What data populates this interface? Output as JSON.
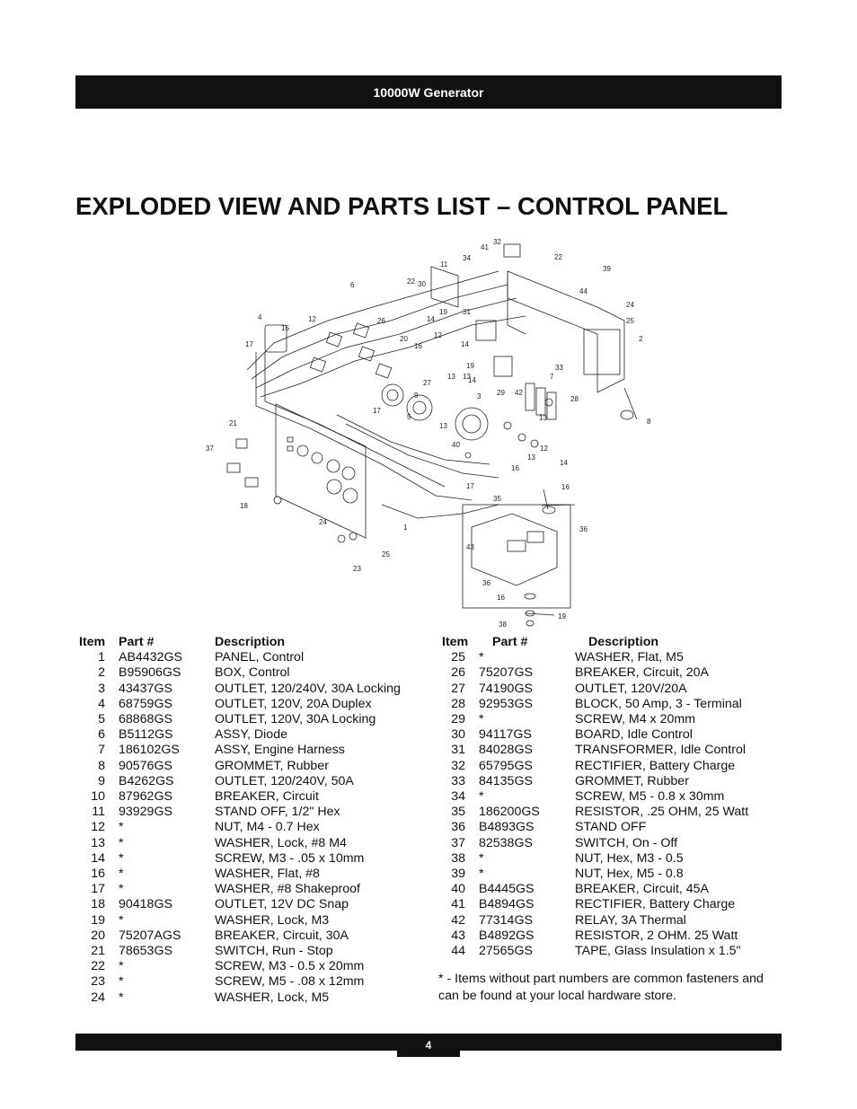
{
  "header": {
    "title": "10000W Generator"
  },
  "page": {
    "title": "EXPLODED VIEW AND PARTS LIST – CONTROL PANEL",
    "number": "4"
  },
  "table_headers": {
    "item": "Item",
    "part": "Part #",
    "description": "Description"
  },
  "parts_left": [
    {
      "item": "1",
      "part": "AB4432GS",
      "description": "PANEL, Control"
    },
    {
      "item": "2",
      "part": "B95906GS",
      "description": "BOX, Control"
    },
    {
      "item": "3",
      "part": "43437GS",
      "description": "OUTLET, 120/240V, 30A Locking"
    },
    {
      "item": "4",
      "part": "68759GS",
      "description": "OUTLET, 120V, 20A Duplex"
    },
    {
      "item": "5",
      "part": "68868GS",
      "description": "OUTLET, 120V, 30A Locking"
    },
    {
      "item": "6",
      "part": "B5112GS",
      "description": "ASSY, Diode"
    },
    {
      "item": "7",
      "part": "186102GS",
      "description": "ASSY, Engine Harness"
    },
    {
      "item": "8",
      "part": "90576GS",
      "description": "GROMMET, Rubber"
    },
    {
      "item": "9",
      "part": "B4262GS",
      "description": "OUTLET, 120/240V, 50A"
    },
    {
      "item": "10",
      "part": "87962GS",
      "description": "BREAKER, Circuit"
    },
    {
      "item": "11",
      "part": "93929GS",
      "description": "STAND OFF, 1/2\" Hex"
    },
    {
      "item": "12",
      "part": "*",
      "description": "NUT, M4 - 0.7 Hex"
    },
    {
      "item": "13",
      "part": "*",
      "description": "WASHER, Lock, #8 M4"
    },
    {
      "item": "14",
      "part": "*",
      "description": "SCREW, M3 - .05 x 10mm"
    },
    {
      "item": "16",
      "part": "*",
      "description": "WASHER, Flat, #8"
    },
    {
      "item": "17",
      "part": "*",
      "description": "WASHER, #8 Shakeproof"
    },
    {
      "item": "18",
      "part": "90418GS",
      "description": "OUTLET, 12V DC Snap"
    },
    {
      "item": "19",
      "part": "*",
      "description": "WASHER, Lock, M3"
    },
    {
      "item": "20",
      "part": "75207AGS",
      "description": "BREAKER, Circuit, 30A"
    },
    {
      "item": "21",
      "part": "78653GS",
      "description": "SWITCH, Run - Stop"
    },
    {
      "item": "22",
      "part": "*",
      "description": "SCREW, M3 - 0.5 x 20mm"
    },
    {
      "item": "23",
      "part": "*",
      "description": "SCREW, M5 - .08 x 12mm"
    },
    {
      "item": "24",
      "part": "*",
      "description": "WASHER, Lock, M5"
    }
  ],
  "parts_right": [
    {
      "item": "25",
      "part": "*",
      "description": "WASHER, Flat, M5"
    },
    {
      "item": "26",
      "part": "75207GS",
      "description": "BREAKER, Circuit, 20A"
    },
    {
      "item": "27",
      "part": "74190GS",
      "description": "OUTLET, 120V/20A"
    },
    {
      "item": "28",
      "part": "92953GS",
      "description": "BLOCK, 50 Amp, 3 - Terminal"
    },
    {
      "item": "29",
      "part": "*",
      "description": "SCREW, M4 x 20mm"
    },
    {
      "item": "30",
      "part": "94117GS",
      "description": "BOARD, Idle Control"
    },
    {
      "item": "31",
      "part": "84028GS",
      "description": "TRANSFORMER, Idle Control"
    },
    {
      "item": "32",
      "part": "65795GS",
      "description": "RECTIFIER, Battery Charge"
    },
    {
      "item": "33",
      "part": "84135GS",
      "description": "GROMMET, Rubber"
    },
    {
      "item": "34",
      "part": "*",
      "description": "SCREW, M5 - 0.8 x 30mm"
    },
    {
      "item": "35",
      "part": "186200GS",
      "description": "RESISTOR, .25 OHM, 25 Watt"
    },
    {
      "item": "36",
      "part": "B4893GS",
      "description": "STAND OFF"
    },
    {
      "item": "37",
      "part": "82538GS",
      "description": "SWITCH, On - Off"
    },
    {
      "item": "38",
      "part": "*",
      "description": "NUT, Hex, M3 - 0.5"
    },
    {
      "item": "39",
      "part": "*",
      "description": "NUT, Hex, M5 - 0.8"
    },
    {
      "item": "40",
      "part": "B4445GS",
      "description": "BREAKER, Circuit, 45A"
    },
    {
      "item": "41",
      "part": "B4894GS",
      "description": "RECTIFIER, Battery Charge"
    },
    {
      "item": "42",
      "part": "77314GS",
      "description": "RELAY, 3A Thermal"
    },
    {
      "item": "43",
      "part": "B4892GS",
      "description": "RESISTOR, 2 OHM. 25 Watt"
    },
    {
      "item": "44",
      "part": "27565GS",
      "description": "TAPE, Glass Insulation x 1.5\""
    }
  ],
  "footnote": "* - Items without part numbers are common fasteners and can be found at your local hardware store.",
  "diagram_callouts": [
    "1",
    "2",
    "3",
    "4",
    "5",
    "6",
    "7",
    "8",
    "9",
    "11",
    "12",
    "13",
    "14",
    "15",
    "16",
    "17",
    "18",
    "19",
    "20",
    "21",
    "22",
    "23",
    "24",
    "25",
    "26",
    "27",
    "28",
    "29",
    "30",
    "31",
    "32",
    "33",
    "34",
    "35",
    "36",
    "37",
    "38",
    "39",
    "40",
    "41",
    "42",
    "43",
    "44"
  ]
}
